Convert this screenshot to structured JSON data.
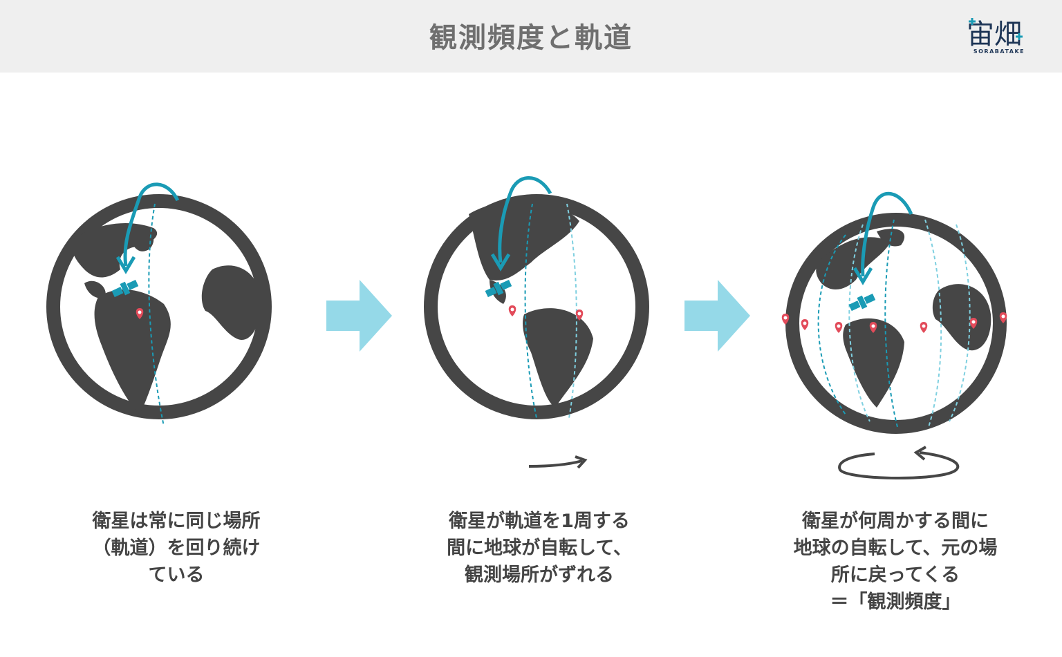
{
  "header": {
    "title": "観測頻度と軌道",
    "logo_mark": "宙畑",
    "logo_text": "SORABATAKE"
  },
  "colors": {
    "globe": "#464646",
    "orbit": "#1a9bb5",
    "orbit_light": "#7fd0e0",
    "arrow": "#95d9e8",
    "pin": "#e24b5a",
    "header_bg": "#efefef"
  },
  "panels": [
    {
      "caption_lines": [
        "衛星は常に同じ場所",
        "（軌道）を回り続け",
        "ている"
      ]
    },
    {
      "caption_lines": [
        "衛星が軌道を1周する",
        "間に地球が自転して、",
        "観測場所がずれる"
      ]
    },
    {
      "caption_lines": [
        "衛星が何周かする間に",
        "地球の自転して、元の場",
        "所に戻ってくる",
        "＝「観測頻度」"
      ]
    }
  ],
  "icons": [
    "globe-icon",
    "satellite-icon",
    "map-pin-icon",
    "orbit-arrow-icon",
    "next-arrow-icon",
    "rotation-arrow-icon"
  ]
}
